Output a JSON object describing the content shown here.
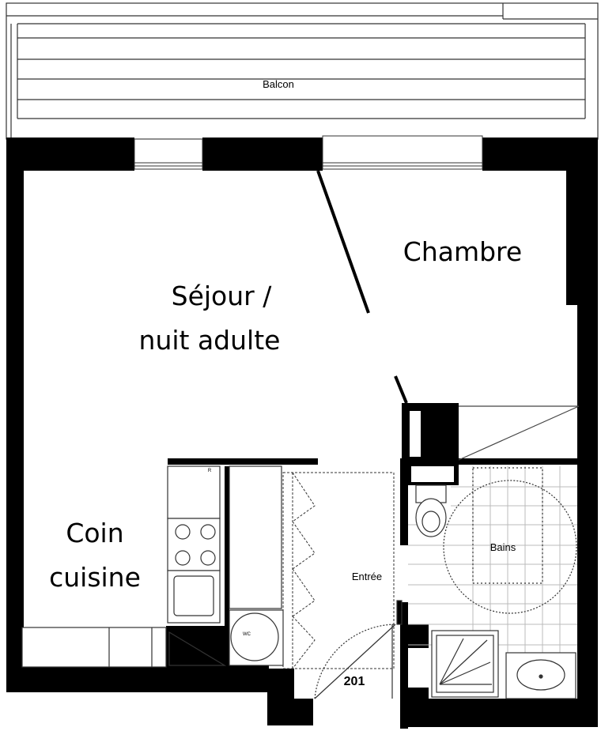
{
  "rooms": {
    "balcon": "Balcon",
    "chambre": "Chambre",
    "sejour_line1": "Séjour /",
    "sejour_line2": "nuit adulte",
    "cuisine_line1": "Coin",
    "cuisine_line2": "cuisine",
    "entree": "Entrée",
    "bains": "Bains"
  },
  "apartment_number": "201",
  "fixture_tags": {
    "wc": "WC",
    "fridge": "R"
  }
}
